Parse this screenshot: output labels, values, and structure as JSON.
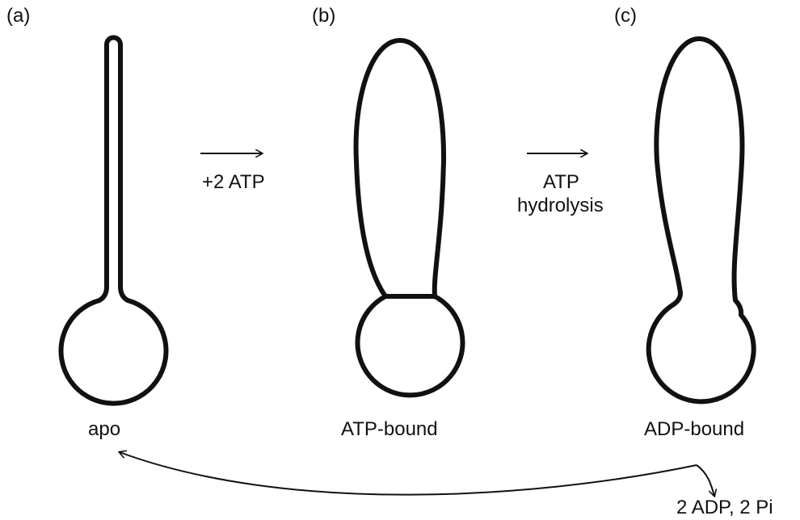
{
  "panels": [
    {
      "id": "a",
      "label": "(a)",
      "state": "apo"
    },
    {
      "id": "b",
      "label": "(b)",
      "state": "ATP-bound"
    },
    {
      "id": "c",
      "label": "(c)",
      "state": "ADP-bound"
    }
  ],
  "transitions": {
    "a_to_b": {
      "label": "+2 ATP"
    },
    "b_to_c": {
      "line1": "ATP",
      "line2": "hydrolysis"
    },
    "c_to_a": {
      "release": "2 ADP, 2 Pi"
    }
  },
  "colors": {
    "stroke": "#111111",
    "background": "#ffffff"
  }
}
